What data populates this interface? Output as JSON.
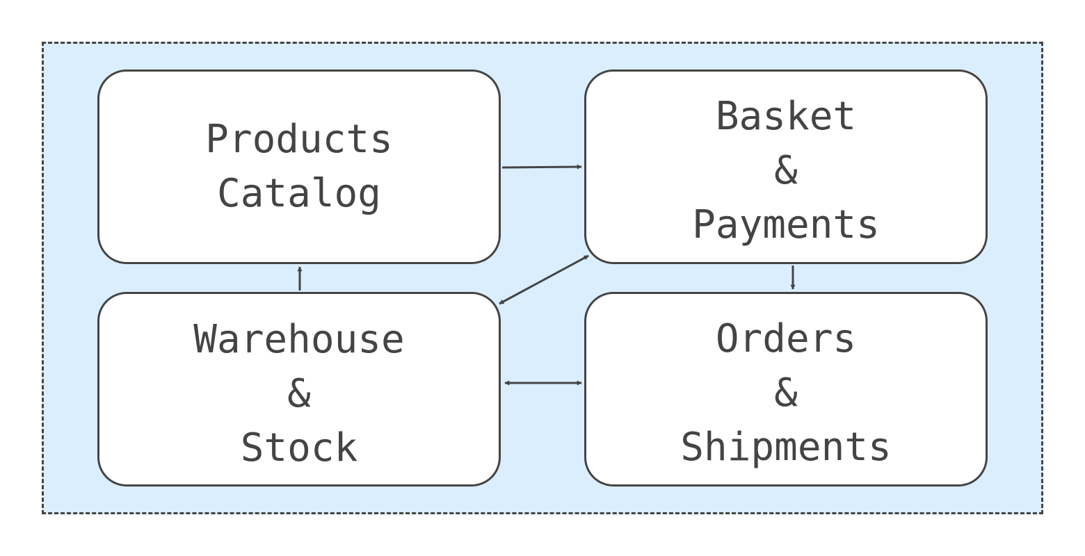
{
  "diagram": {
    "nodes": [
      {
        "id": "products",
        "lines": [
          "Products",
          "Catalog"
        ]
      },
      {
        "id": "basket",
        "lines": [
          "Basket",
          "&",
          "Payments"
        ]
      },
      {
        "id": "warehouse",
        "lines": [
          "Warehouse",
          "&",
          "Stock"
        ]
      },
      {
        "id": "orders",
        "lines": [
          "Orders",
          "&",
          "Shipments"
        ]
      }
    ],
    "edges": [
      {
        "from": "products",
        "to": "basket",
        "direction": "forward"
      },
      {
        "from": "basket",
        "to": "orders",
        "direction": "forward"
      },
      {
        "from": "warehouse",
        "to": "products",
        "direction": "forward"
      },
      {
        "from": "warehouse",
        "to": "basket",
        "direction": "both"
      },
      {
        "from": "warehouse",
        "to": "orders",
        "direction": "both"
      }
    ],
    "colors": {
      "stroke": "#444444",
      "boundary_fill": "#dbeefd",
      "node_fill": "#ffffff",
      "text": "#444444"
    }
  }
}
